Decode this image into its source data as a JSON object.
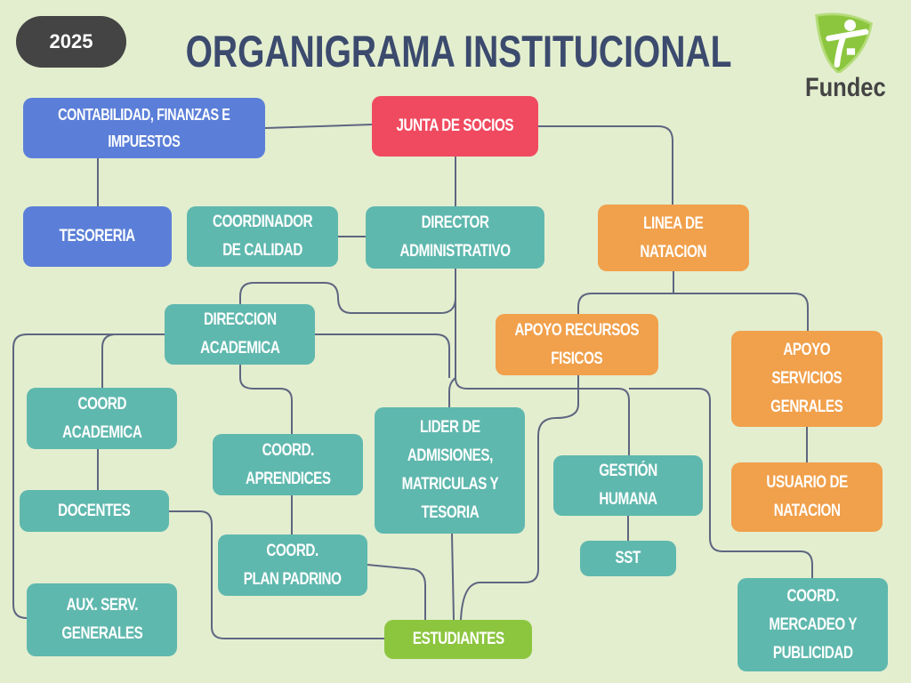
{
  "header": {
    "year": "2025",
    "title": "ORGANIGRAMA INSTITUCIONAL",
    "logo_text": "Fundec"
  },
  "nodes": {
    "contabilidad": "CONTABILIDAD, FINANZAS E\nIMPUESTOS",
    "junta": "JUNTA DE SOCIOS",
    "tesoreria": "TESORERIA",
    "calidad": "COORDINADOR\nDE CALIDAD",
    "director": "DIRECTOR\nADMINISTRATIVO",
    "natacion": "LINEA DE\nNATACION",
    "academica": "DIRECCION\nACADEMICA",
    "recursos": "APOYO RECURSOS\nFISICOS",
    "servicios": "APOYO\nSERVICIOS\nGENRALES",
    "coord_academica": "COORD\nACADEMICA",
    "aprendices": "COORD.\nAPRENDICES",
    "lider": "LIDER DE\nADMISIONES,\nMATRICULAS Y\nTESORIA",
    "gestion": "GESTIÓN\nHUMANA",
    "usuario": "USUARIO DE\nNATACION",
    "docentes": "DOCENTES",
    "sst": "SST",
    "padrino": "COORD.\nPLAN PADRINO",
    "aux": "AUX. SERV.\nGENERALES",
    "estudiantes": "ESTUDIANTES",
    "mercadeo": "COORD.\nMERCADEO Y\nPUBLICIDAD"
  },
  "colors": {
    "background": "#e3eecf",
    "teal": "#5fb8ae",
    "blue": "#5b7fd8",
    "red": "#f04a60",
    "orange": "#f1a04b",
    "green": "#8cc63f",
    "title": "#3b4a6d",
    "line": "#5e6680"
  }
}
